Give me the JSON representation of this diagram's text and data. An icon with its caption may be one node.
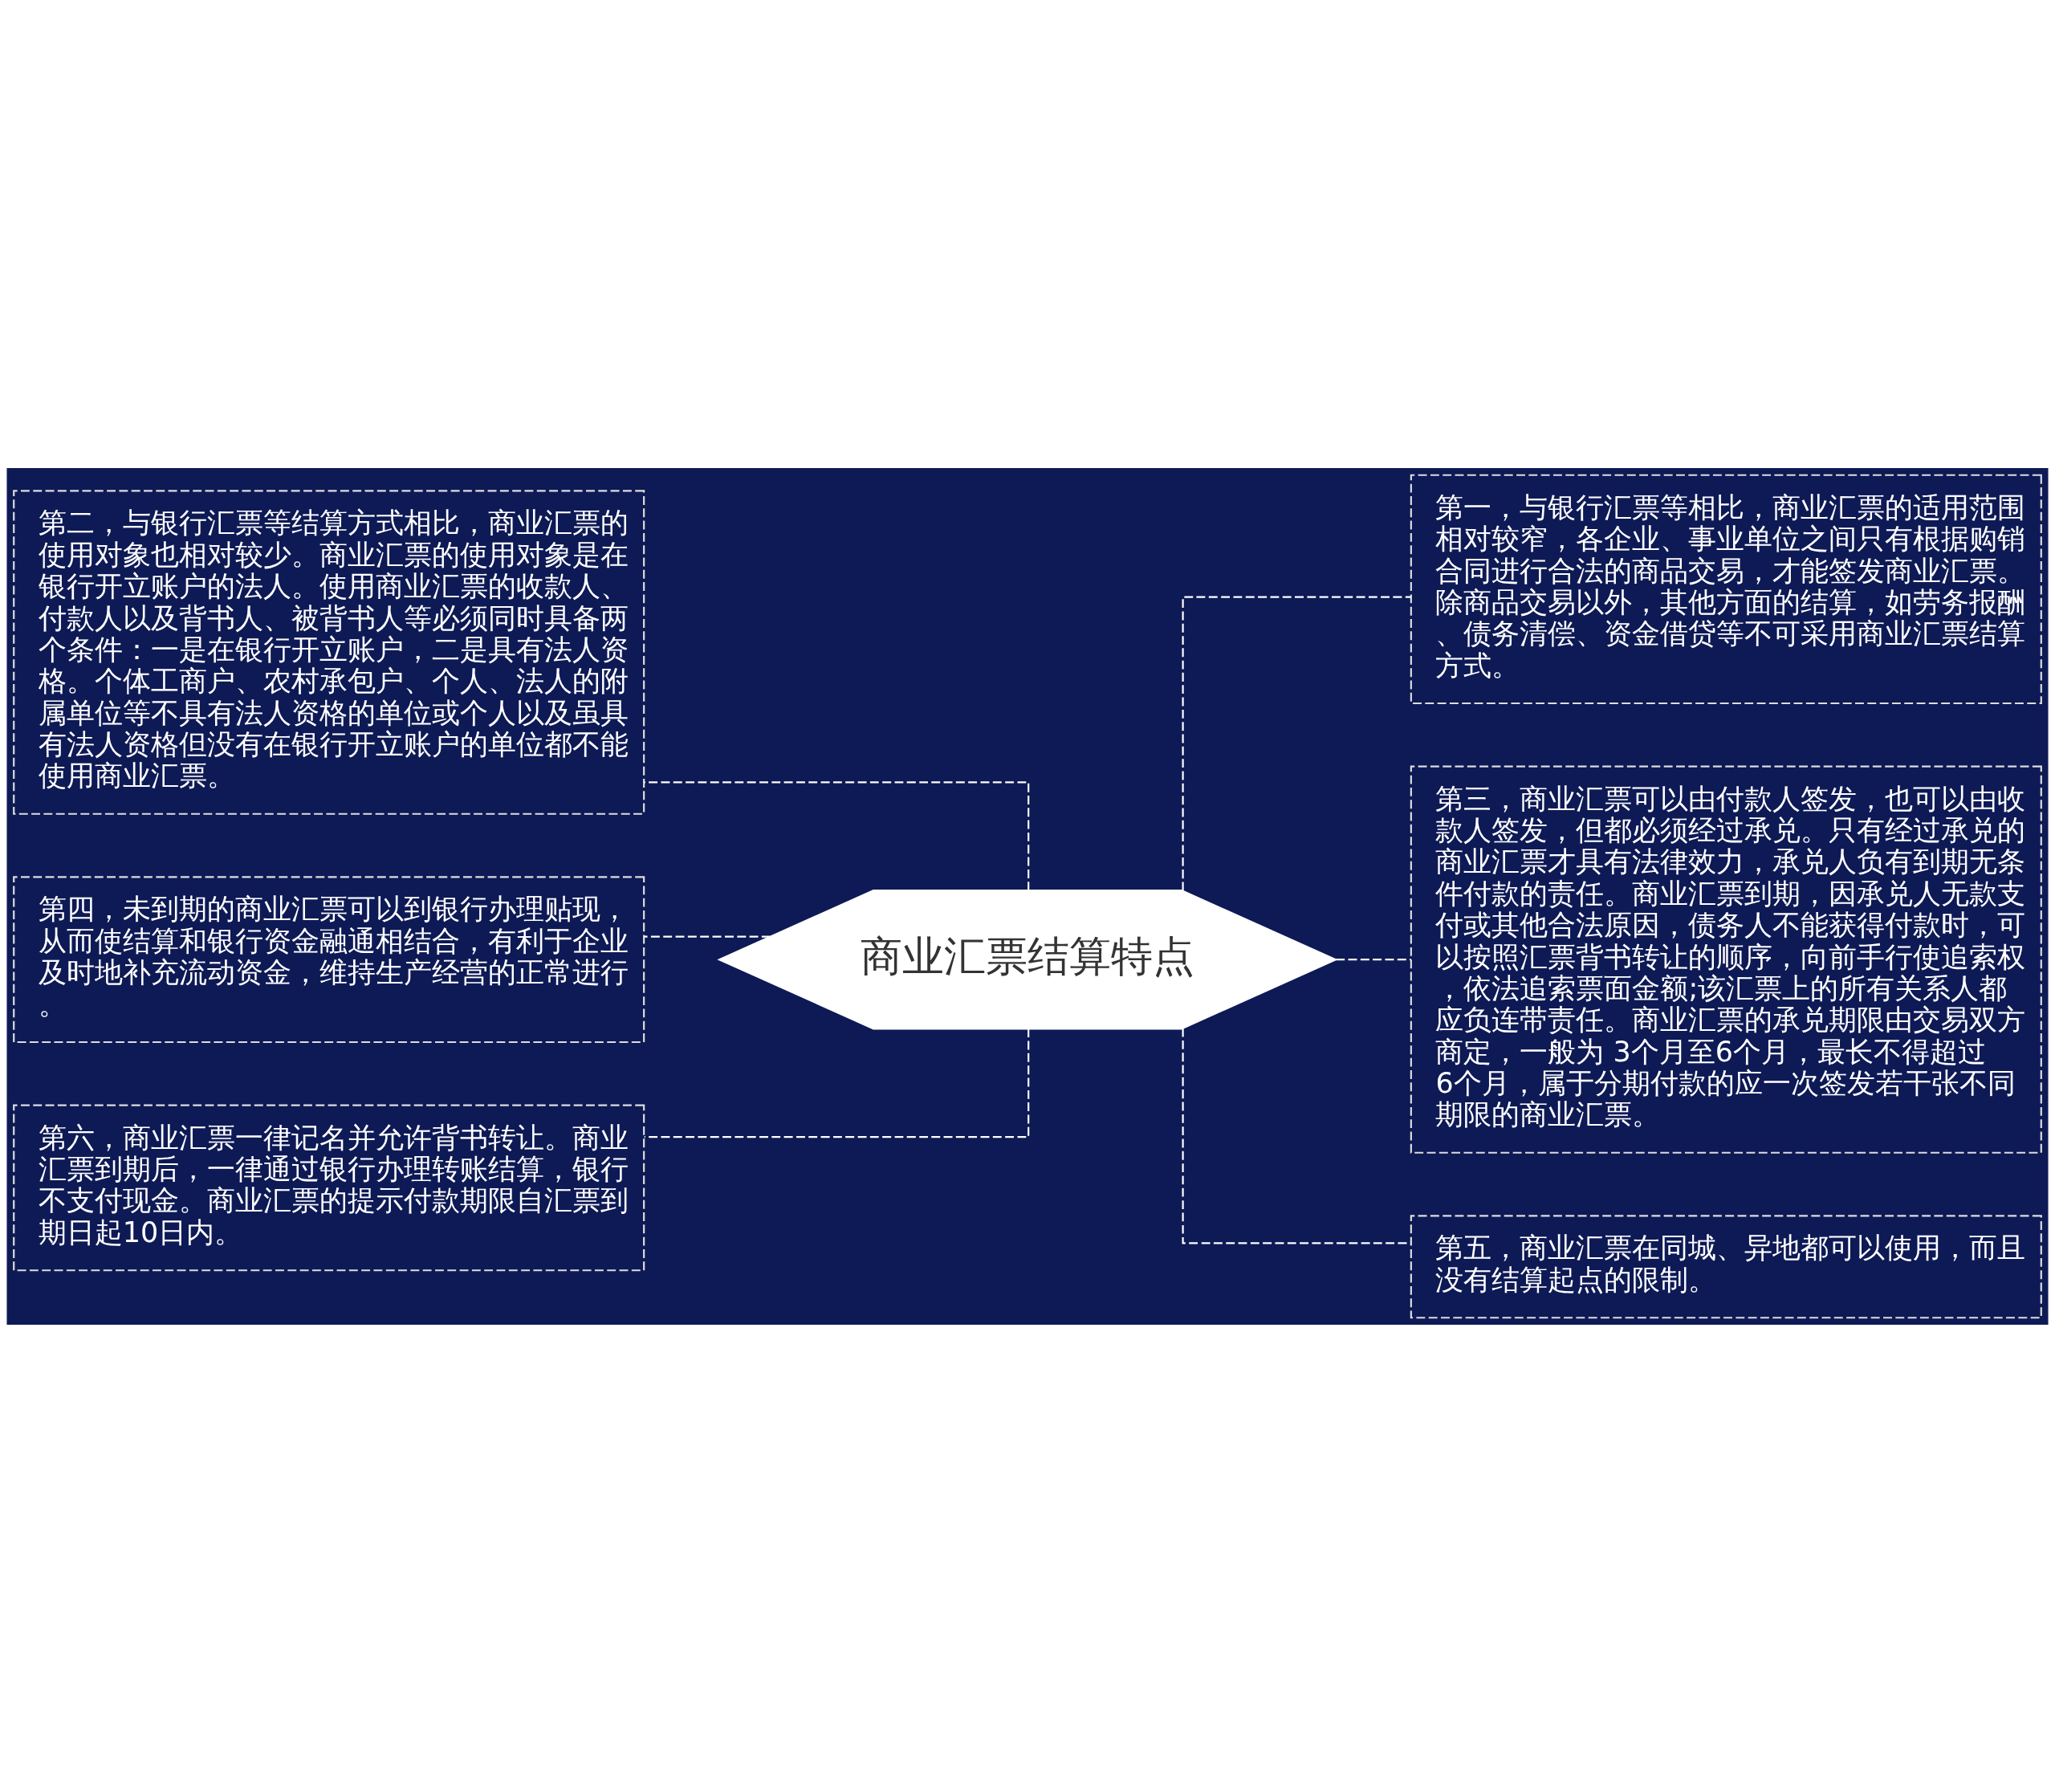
{
  "diagram": {
    "nodes": [
      {
        "text": [
          "商业汇票结算特点"
        ]
      },
      {
        "text": [
          "第一，与银行汇票等相比，商业汇票的适用范围相对较窄，各企业、事业单位之间只有根据购销合同进行合法的商品交易，才能签发商业汇票。除商品交易以外，其他方面的结算，如劳务报酬、债务清偿、资金借贷等不可采用商业汇票结算方式。"
        ]
      },
      {
        "text": [
          "第二，与银行汇票等结算方式相比，商业汇票的使用对象也相对较少。商业汇票的使用对象是在银行开立账户的法人。使用商业汇票的收款人、付款人以及背书人、被背书人等必须同时具备两个条件：一是在银行开立账户，二是具有法人资格。个体工商户、农村承包户、个人、法人的附属单位等不具有法人资格的单位或个人以及虽具有法人资格但没有在银行开立账户的单位都不能使用商业汇票。"
        ]
      },
      {
        "text": [
          "第三，商业汇票可以由付款人签发，也可以由收款人签发，但都必须经过承兑。只有经过承兑的商业汇票才具有法律效力，承兑人负有到期无条件付款的责任。商业汇票到期，因承兑人无款支付或其他合法原因，债务人不能获得付款时，可以按照汇票背书转让的顺序，向前手行使追索权，依法追索票面金额;该汇票上的所有关系人都应负连带责任。商业汇票的承兑期限由交易双方商定，一般为 3个月至6个月，最长不得超过6个月，属于分期付款的应一次签发若干张不同期限的商业汇票。"
        ]
      },
      {
        "text": [
          "第四，未到期的商业汇票可以到银行办理贴现，从而使结算和银行资金融通相结合，有利于企业及时地补充流动资金，维持生产经营的正常进行。"
        ]
      },
      {
        "text": [
          "第五，商业汇票在同城、异地都可以使用，而且没有结算起点的限制。"
        ]
      },
      {
        "text": [
          "第六，商业汇票一律记名并允许背书转让。商业汇票到期后，一律通过银行办理转账结算，银行不支付现金。商业汇票的提示付款期限自汇票到期日起10日内。"
        ]
      }
    ],
    "edges": [
      {
        "from": 0,
        "to": 1,
        "arrow": "none",
        "style": "dashed"
      },
      {
        "from": 0,
        "to": 2,
        "arrow": "none",
        "style": "dashed"
      },
      {
        "from": 0,
        "to": 3,
        "arrow": "none",
        "style": "dashed"
      },
      {
        "from": 0,
        "to": 4,
        "arrow": "none",
        "style": "dashed"
      },
      {
        "from": 0,
        "to": 5,
        "arrow": "none",
        "style": "dashed"
      },
      {
        "from": 0,
        "to": 6,
        "arrow": "none",
        "style": "dashed"
      }
    ]
  }
}
